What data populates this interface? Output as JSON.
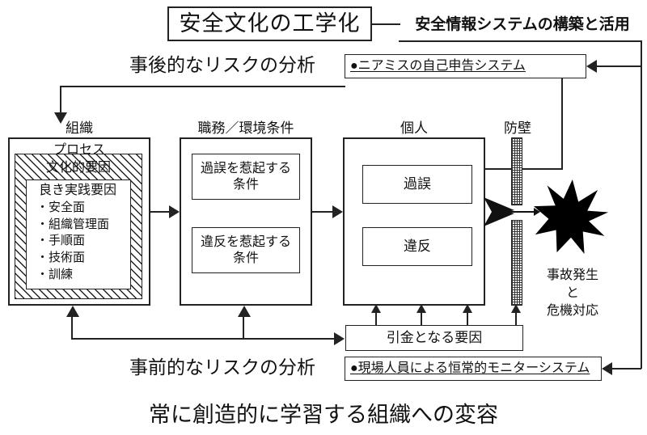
{
  "diagram": {
    "title": "安全文化の工学化",
    "bottom_caption": "常に創造的に学習する組織への変容",
    "top_right_heading": "安全情報システムの構築と活用",
    "reactive_label": "事後的なリスクの分析",
    "proactive_label": "事前的なリスクの分析",
    "near_miss_box": "●ニアミスの自己申告システム",
    "monitor_box": "●現場人員による恒常的モニターシステム",
    "trigger_box": "引金となる要因",
    "organization": {
      "caption": "組織",
      "process_label": "プロセス",
      "culture_label": "文化的要因",
      "practice_title": "良き実践要因",
      "practice_items": [
        "・安全面",
        "・組織管理面",
        "・手順面",
        "・技術面",
        "・訓練"
      ]
    },
    "job_env": {
      "caption": "職務／環境条件",
      "error_box": "過誤を惹起する\n条件",
      "violation_box": "違反を惹起する\n条件"
    },
    "individual": {
      "caption": "個人",
      "error_box": "過誤",
      "violation_box": "違反"
    },
    "barrier": {
      "caption": "防壁"
    },
    "accident": {
      "label": "事故発生\nと\n危機対応",
      "shape": "starburst-icon"
    },
    "colors": {
      "stroke": "#222222",
      "fill": "#ffffff",
      "accident": "#000000"
    }
  }
}
